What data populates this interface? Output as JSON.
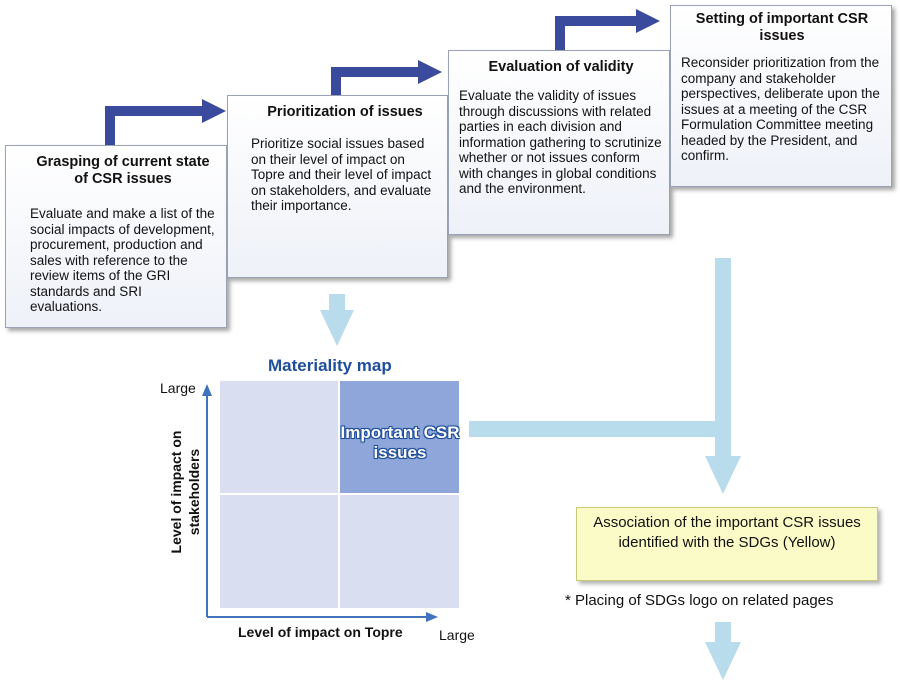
{
  "steps": [
    {
      "title": "Grasping of current state of CSR issues",
      "body": "Evaluate and make a list of the social impacts of development, procurement, production and sales with reference to the review items of the GRI standards and SRI evaluations."
    },
    {
      "title": "Prioritization of issues",
      "body": "Prioritize social issues based on their level of impact on Topre and their level of impact on stakeholders, and evaluate their importance."
    },
    {
      "title": "Evaluation of validity",
      "body": "Evaluate the validity of issues through discussions with related parties in each division and information gathering to scrutinize whether or not issues conform with changes in global conditions and the environment."
    },
    {
      "title": "Setting of important CSR issues",
      "body": "Reconsider prioritization from the company and stakeholder perspectives, deliberate upon the issues at a meeting of the CSR Formulation Committee meeting headed by the President, and confirm."
    }
  ],
  "materiality_map": {
    "title": "Materiality map",
    "important_label": "Important CSR issues",
    "x_axis_title": "Level of impact on Topre",
    "y_axis_title": "Level of impact on stakeholders",
    "x_axis_end_label": "Large",
    "y_axis_end_label": "Large"
  },
  "sdg_box": {
    "text": "Association of the important CSR issues identified with the SDGs (Yellow)"
  },
  "note": "* Placing of SDGs logo on related pages",
  "colors": {
    "step_arrow": "#3a4a9c",
    "flow_arrow": "#b9dcec",
    "map_cell": "#d9dff1",
    "map_highlight": "#8ea6d9",
    "axis": "#3f74bd",
    "sdg_fill": "#fbfbc8",
    "title_blue": "#1f4e9c"
  }
}
